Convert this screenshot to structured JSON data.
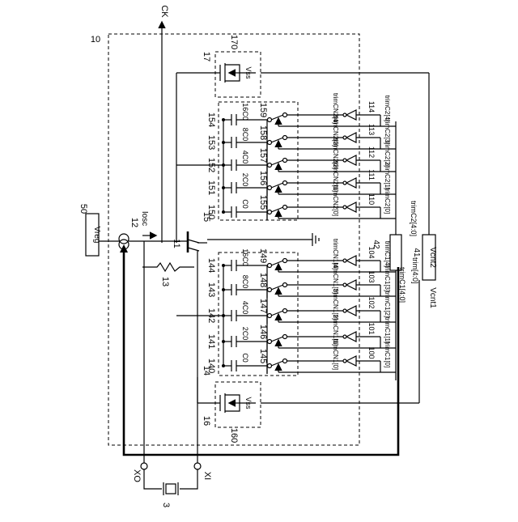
{
  "diagram": {
    "ref_numbers": {
      "chip": "10",
      "regulator": "50",
      "current_source": "12",
      "transistor": "11",
      "resistor": "13",
      "crystal": "3",
      "cap_array_1": "14",
      "cap_array_2": "15",
      "vss_block_1": "16",
      "vss_block_2": "17",
      "vss_fet_1": "160",
      "vss_fet_2": "170",
      "cap_box_1": "41",
      "cap_box_2": "42",
      "caps_1": [
        "140",
        "141",
        "142",
        "143",
        "144"
      ],
      "switches_1": [
        "145",
        "146",
        "147",
        "148",
        "149"
      ],
      "caps_2": [
        "150",
        "151",
        "152",
        "153",
        "154"
      ],
      "switches_2": [
        "155",
        "156",
        "157",
        "158",
        "159"
      ],
      "inverters_1": [
        "100",
        "101",
        "102",
        "103",
        "104"
      ],
      "inverters_2": [
        "110",
        "111",
        "112",
        "113",
        "114"
      ]
    },
    "labels": {
      "clock": "CK",
      "vreg": "Vreg",
      "iosc": "Iosc",
      "xo": "XO",
      "xi": "XI",
      "vss": "Vss",
      "vcnt1": "Vcnt1",
      "vcnt2": "Vcnt2",
      "trim_bus": "trim[4:0]",
      "trim_c1_bus": "trimC1[4:0]",
      "trim_c2_bus": "trimC2[4:0]"
    },
    "cap_values": [
      "C0",
      "2C0",
      "4C0",
      "8C0",
      "16C0"
    ],
    "control_c1": [
      "trimC1[0]",
      "trimC1[1]",
      "trimC1[2]",
      "trimC1[3]",
      "trimC1[4]"
    ],
    "control_cn1": [
      "trimCN1[0]",
      "trimCN1[1]",
      "trimCN1[2]",
      "trimCN1[3]",
      "trimCN1[4]"
    ],
    "control_c2": [
      "trimC2[0]",
      "trimC2[1]",
      "trimC2[2]",
      "trimC2[3]",
      "trimC2[4]"
    ],
    "control_cn2": [
      "trimCN2[0]",
      "trimCN2[1]",
      "trimCN2[2]",
      "trimCN2[3]",
      "trimCN2[4]"
    ]
  }
}
